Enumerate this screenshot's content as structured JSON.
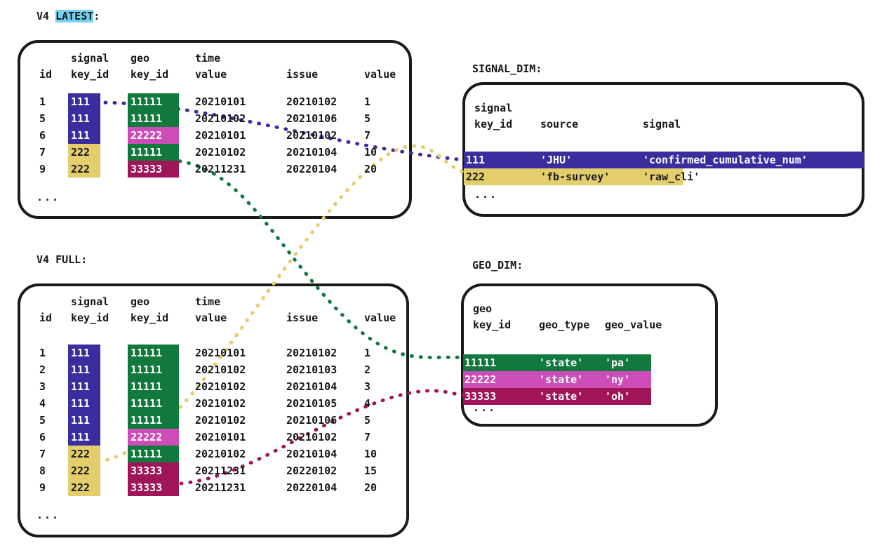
{
  "palette": {
    "purple": "#3a2e9e",
    "khaki": "#e3ce6b",
    "green": "#12793e",
    "orchid": "#cc4db8",
    "crimson": "#a01458",
    "cyan_highlight": "#72d2f0",
    "ink": "#17181a",
    "page_bg": "#ffffff"
  },
  "titles": {
    "latest_prefix": "V4 ",
    "latest_highlight": "LATEST",
    "latest_suffix": ":",
    "full": "V4 FULL:",
    "signal_dim": "SIGNAL_DIM:",
    "geo_dim": "GEO_DIM:"
  },
  "fact_headers": {
    "line1": [
      "",
      "signal",
      "geo",
      "time",
      "",
      ""
    ],
    "line2": [
      "id",
      "key_id",
      "key_id",
      "value",
      "issue",
      "value"
    ]
  },
  "latest_table": {
    "name": "V4 LATEST",
    "ellipsis": "...",
    "rows": [
      {
        "id": "1",
        "signal_key_id": "111",
        "signal_color": "purple",
        "geo_key_id": "11111",
        "geo_color": "green",
        "time_value": "20210101",
        "issue": "20210102",
        "value": "1"
      },
      {
        "id": "5",
        "signal_key_id": "111",
        "signal_color": "purple",
        "geo_key_id": "11111",
        "geo_color": "green",
        "time_value": "20210102",
        "issue": "20210106",
        "value": "5"
      },
      {
        "id": "6",
        "signal_key_id": "111",
        "signal_color": "purple",
        "geo_key_id": "22222",
        "geo_color": "orchid",
        "time_value": "20210101",
        "issue": "20210102",
        "value": "7"
      },
      {
        "id": "7",
        "signal_key_id": "222",
        "signal_color": "khaki",
        "geo_key_id": "11111",
        "geo_color": "green",
        "time_value": "20210102",
        "issue": "20210104",
        "value": "10"
      },
      {
        "id": "9",
        "signal_key_id": "222",
        "signal_color": "khaki",
        "geo_key_id": "33333",
        "geo_color": "crimson",
        "time_value": "20211231",
        "issue": "20220104",
        "value": "20"
      }
    ]
  },
  "full_table": {
    "name": "V4 FULL",
    "ellipsis": "...",
    "rows": [
      {
        "id": "1",
        "signal_key_id": "111",
        "signal_color": "purple",
        "geo_key_id": "11111",
        "geo_color": "green",
        "time_value": "20210101",
        "issue": "20210102",
        "value": "1"
      },
      {
        "id": "2",
        "signal_key_id": "111",
        "signal_color": "purple",
        "geo_key_id": "11111",
        "geo_color": "green",
        "time_value": "20210102",
        "issue": "20210103",
        "value": "2"
      },
      {
        "id": "3",
        "signal_key_id": "111",
        "signal_color": "purple",
        "geo_key_id": "11111",
        "geo_color": "green",
        "time_value": "20210102",
        "issue": "20210104",
        "value": "3"
      },
      {
        "id": "4",
        "signal_key_id": "111",
        "signal_color": "purple",
        "geo_key_id": "11111",
        "geo_color": "green",
        "time_value": "20210102",
        "issue": "20210105",
        "value": "4"
      },
      {
        "id": "5",
        "signal_key_id": "111",
        "signal_color": "purple",
        "geo_key_id": "11111",
        "geo_color": "green",
        "time_value": "20210102",
        "issue": "20210106",
        "value": "5"
      },
      {
        "id": "6",
        "signal_key_id": "111",
        "signal_color": "purple",
        "geo_key_id": "22222",
        "geo_color": "orchid",
        "time_value": "20210101",
        "issue": "20210102",
        "value": "7"
      },
      {
        "id": "7",
        "signal_key_id": "222",
        "signal_color": "khaki",
        "geo_key_id": "11111",
        "geo_color": "green",
        "time_value": "20210102",
        "issue": "20210104",
        "value": "10"
      },
      {
        "id": "8",
        "signal_key_id": "222",
        "signal_color": "khaki",
        "geo_key_id": "33333",
        "geo_color": "crimson",
        "time_value": "20211231",
        "issue": "20220102",
        "value": "15"
      },
      {
        "id": "9",
        "signal_key_id": "222",
        "signal_color": "khaki",
        "geo_key_id": "33333",
        "geo_color": "crimson",
        "time_value": "20211231",
        "issue": "20220104",
        "value": "20"
      }
    ]
  },
  "signal_dim": {
    "name": "SIGNAL_DIM",
    "headers": {
      "line1": "signal",
      "line2_key": "key_id",
      "line2_source": "source",
      "line2_signal": "signal"
    },
    "ellipsis": "...",
    "rows": [
      {
        "key_id": "111",
        "source": "'JHU'",
        "signal": "'confirmed_cumulative_num'",
        "color": "purple",
        "text": "#ffffff"
      },
      {
        "key_id": "222",
        "source": "'fb-survey'",
        "signal": "'raw_cli'",
        "color": "khaki",
        "text": "#17181a"
      }
    ]
  },
  "geo_dim": {
    "name": "GEO_DIM",
    "headers": {
      "line1": "geo",
      "line2_key": "key_id",
      "line2_type": "geo_type",
      "line2_value": "geo_value"
    },
    "ellipsis": "...",
    "rows": [
      {
        "key_id": "11111",
        "geo_type": "'state'",
        "geo_value": "'pa'",
        "color": "green",
        "text": "#ffffff"
      },
      {
        "key_id": "22222",
        "geo_type": "'state'",
        "geo_value": "'ny'",
        "color": "orchid",
        "text": "#ffffff"
      },
      {
        "key_id": "33333",
        "geo_type": "'state'",
        "geo_value": "'oh'",
        "color": "crimson",
        "text": "#ffffff"
      }
    ]
  },
  "connectors": [
    {
      "name": "latest-signal-111-to-signal-dim-111",
      "color": "purple"
    },
    {
      "name": "latest-geo-11111-to-geo-dim-11111",
      "color": "green"
    },
    {
      "name": "full-signal-222-to-signal-dim-222",
      "color": "khaki"
    },
    {
      "name": "full-geo-33333-to-geo-dim-33333",
      "color": "crimson"
    }
  ]
}
